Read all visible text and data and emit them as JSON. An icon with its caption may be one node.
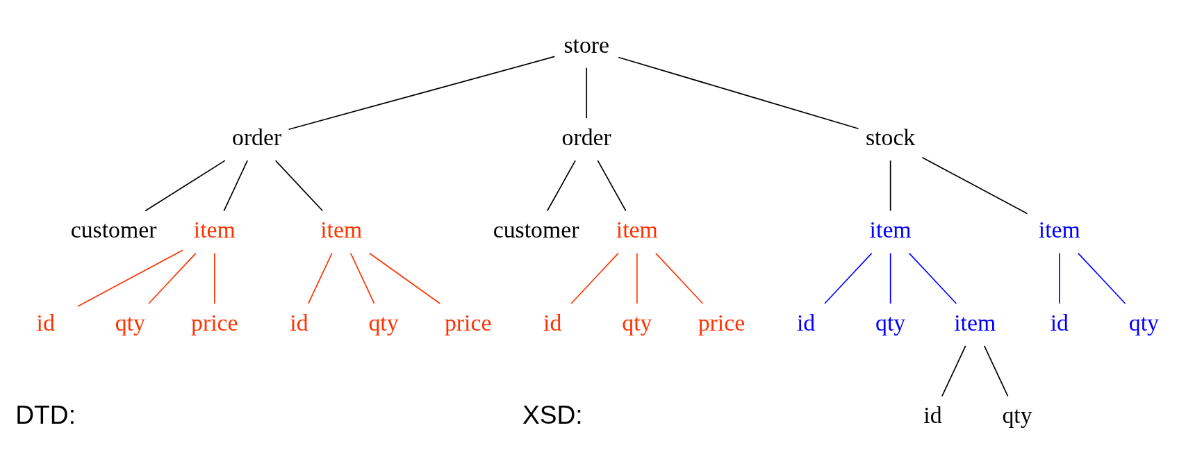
{
  "diagram": {
    "nodes": [
      {
        "text": [
          "store"
        ]
      },
      {
        "text": [
          "order"
        ]
      },
      {
        "text": [
          "order"
        ]
      },
      {
        "text": [
          "stock"
        ]
      },
      {
        "text": [
          "customer"
        ]
      },
      {
        "text": [
          "item"
        ]
      },
      {
        "text": [
          "item"
        ]
      },
      {
        "text": [
          "customer"
        ]
      },
      {
        "text": [
          "item"
        ]
      },
      {
        "text": [
          "item"
        ]
      },
      {
        "text": [
          "item"
        ]
      },
      {
        "text": [
          "id"
        ]
      },
      {
        "text": [
          "qty"
        ]
      },
      {
        "text": [
          "price"
        ]
      },
      {
        "text": [
          "id"
        ]
      },
      {
        "text": [
          "qty"
        ]
      },
      {
        "text": [
          "price"
        ]
      },
      {
        "text": [
          "id"
        ]
      },
      {
        "text": [
          "qty"
        ]
      },
      {
        "text": [
          "price"
        ]
      },
      {
        "text": [
          "id"
        ]
      },
      {
        "text": [
          "qty"
        ]
      },
      {
        "text": [
          "item"
        ]
      },
      {
        "text": [
          "id"
        ]
      },
      {
        "text": [
          "qty"
        ]
      },
      {
        "text": [
          "id"
        ]
      },
      {
        "text": [
          "qty"
        ]
      }
    ],
    "edges": [
      {
        "from": 0,
        "to": 1,
        "arrow": "none"
      },
      {
        "from": 0,
        "to": 2,
        "arrow": "none"
      },
      {
        "from": 0,
        "to": 3,
        "arrow": "none"
      },
      {
        "from": 1,
        "to": 4,
        "arrow": "none"
      },
      {
        "from": 1,
        "to": 5,
        "arrow": "none"
      },
      {
        "from": 1,
        "to": 6,
        "arrow": "none"
      },
      {
        "from": 2,
        "to": 7,
        "arrow": "none"
      },
      {
        "from": 2,
        "to": 8,
        "arrow": "none"
      },
      {
        "from": 3,
        "to": 9,
        "arrow": "none"
      },
      {
        "from": 3,
        "to": 10,
        "arrow": "none"
      },
      {
        "from": 5,
        "to": 11,
        "arrow": "none",
        "color": "#ff3300"
      },
      {
        "from": 5,
        "to": 12,
        "arrow": "none",
        "color": "#ff3300"
      },
      {
        "from": 5,
        "to": 13,
        "arrow": "none",
        "color": "#ff3300"
      },
      {
        "from": 6,
        "to": 14,
        "arrow": "none",
        "color": "#ff3300"
      },
      {
        "from": 6,
        "to": 15,
        "arrow": "none",
        "color": "#ff3300"
      },
      {
        "from": 6,
        "to": 16,
        "arrow": "none",
        "color": "#ff3300"
      },
      {
        "from": 8,
        "to": 17,
        "arrow": "none",
        "color": "#ff3300"
      },
      {
        "from": 8,
        "to": 18,
        "arrow": "none",
        "color": "#ff3300"
      },
      {
        "from": 8,
        "to": 19,
        "arrow": "none",
        "color": "#ff3300"
      },
      {
        "from": 9,
        "to": 20,
        "arrow": "none",
        "color": "#0000ff"
      },
      {
        "from": 9,
        "to": 21,
        "arrow": "none",
        "color": "#0000ff"
      },
      {
        "from": 9,
        "to": 22,
        "arrow": "none",
        "color": "#0000ff"
      },
      {
        "from": 10,
        "to": 23,
        "arrow": "none",
        "color": "#0000ff"
      },
      {
        "from": 10,
        "to": 24,
        "arrow": "none",
        "color": "#0000ff"
      },
      {
        "from": 22,
        "to": 25,
        "arrow": "none"
      },
      {
        "from": 22,
        "to": 26,
        "arrow": "none"
      }
    ],
    "labels": [
      "DTD:",
      "XSD:"
    ]
  }
}
